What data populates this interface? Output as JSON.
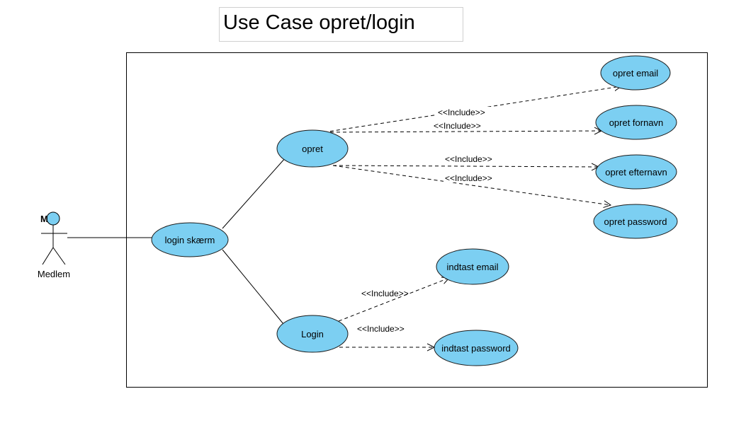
{
  "title": "Use Case opret/login",
  "actor": {
    "name": "Medlem",
    "badge": "M"
  },
  "colors": {
    "usecase_fill": "#7ccff2",
    "usecase_stroke": "#1a1a1a",
    "line": "#000000",
    "title_border": "#d0d0d0"
  },
  "use_cases": {
    "login_skaerm": "login skærm",
    "opret": "opret",
    "login": "Login",
    "opret_email": "opret email",
    "opret_fornavn": "opret fornavn",
    "opret_efternavn": "opret efternavn",
    "opret_password": "opret password",
    "indtast_email": "indtast email",
    "indtast_password": "indtast password"
  },
  "relations": {
    "include_1": "<<Include>>",
    "include_2": "<<Include>>",
    "include_3": "<<Include>>",
    "include_4": "<<Include>>",
    "include_5": "<<Include>>",
    "include_6": "<<Include>>"
  }
}
